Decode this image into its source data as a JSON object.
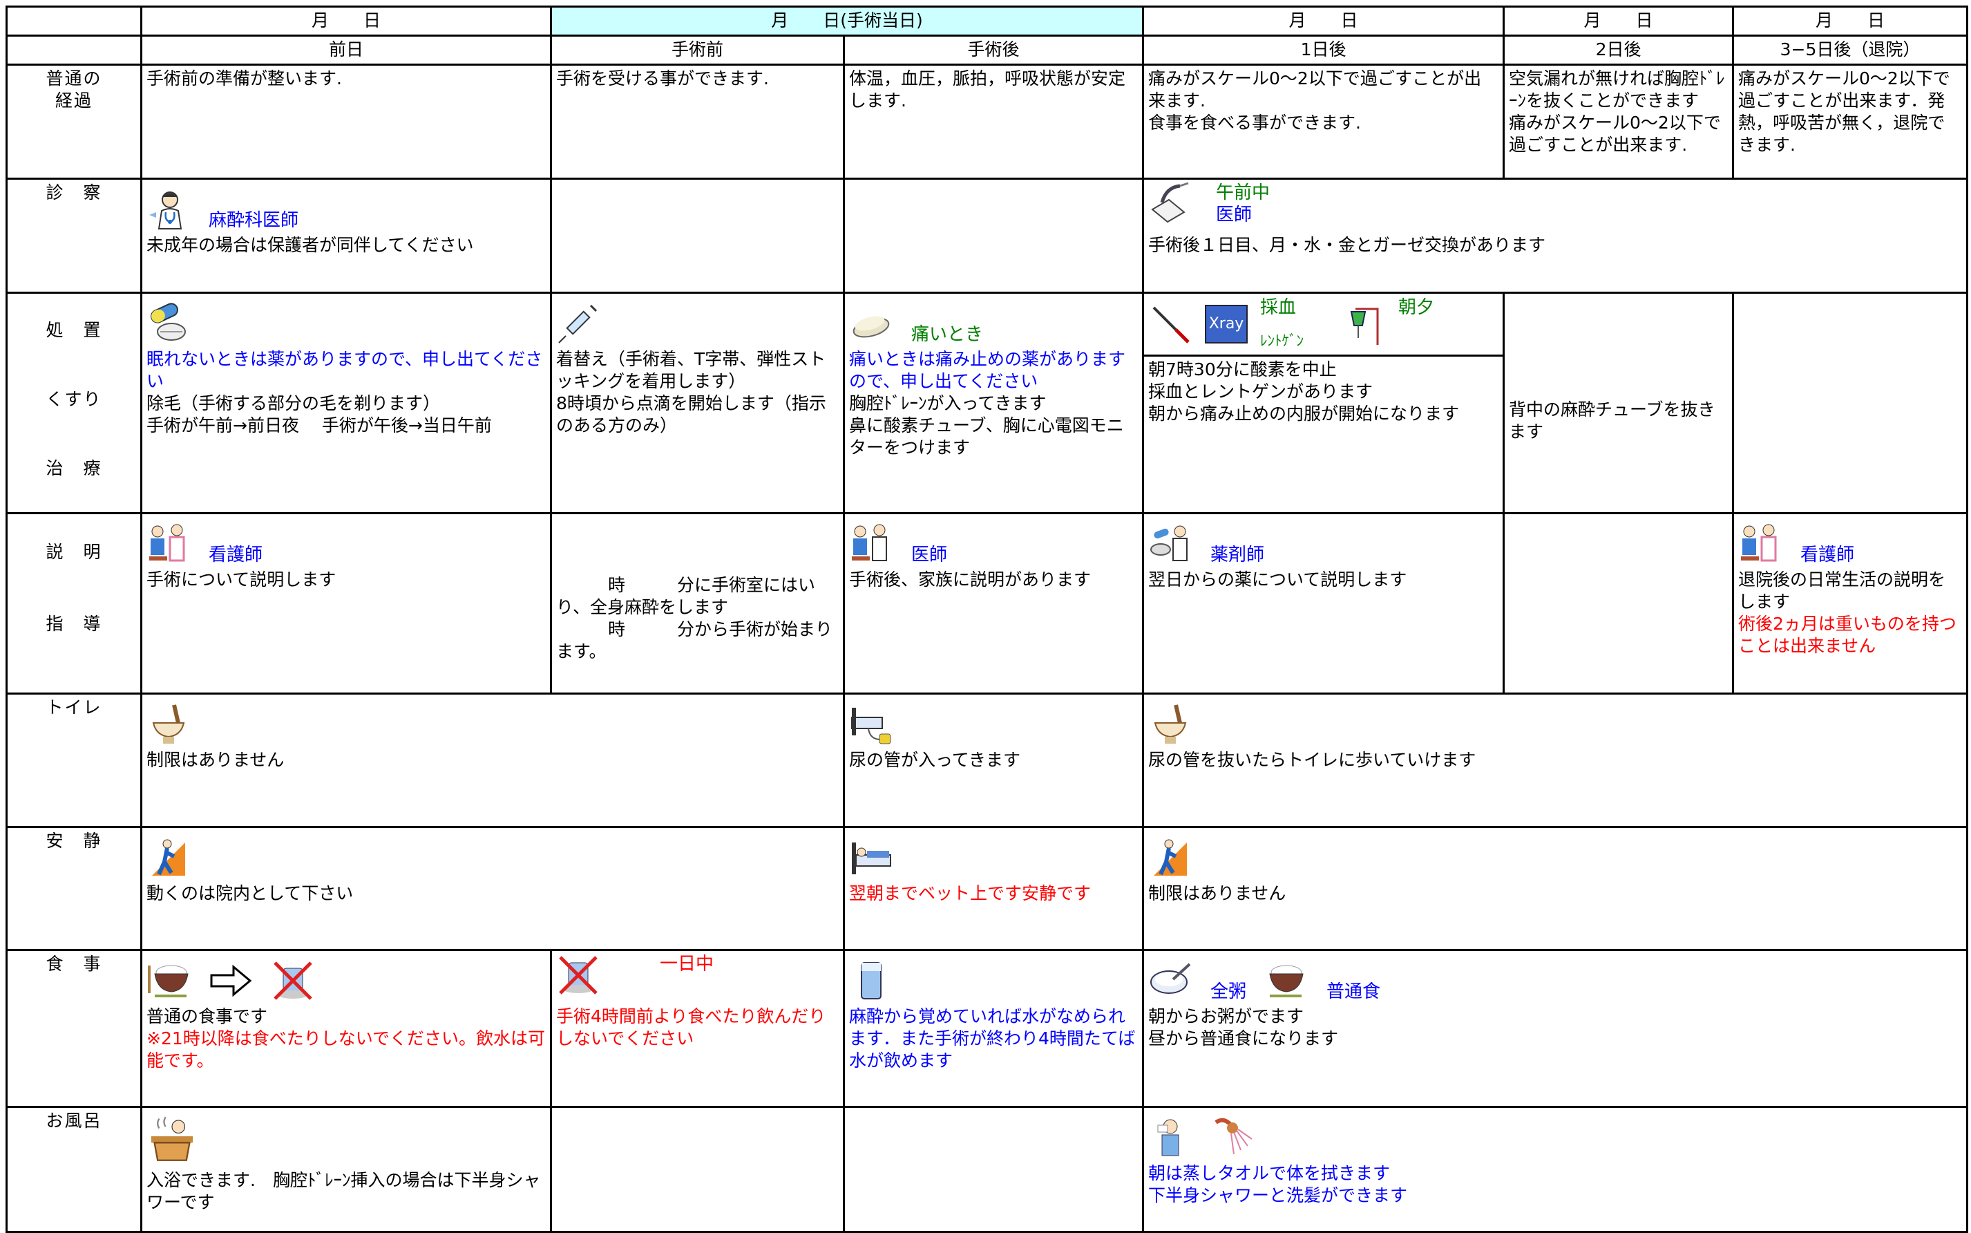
{
  "header": {
    "row1": [
      "月　　日",
      "月　　日(手術当日)",
      "月　　日",
      "月　　日",
      "月　　日"
    ],
    "row2": [
      "前日",
      "手術前",
      "手術後",
      "1日後",
      "2日後",
      "3−5日後（退院）"
    ]
  },
  "rows": {
    "keika": {
      "label_lines": [
        "普通の",
        "経過"
      ],
      "c1": "手術前の準備が整います.",
      "c2": "手術を受ける事ができます.",
      "c3": "体温，血圧，脈拍，呼吸状態が安定します.",
      "c4": [
        "痛みがスケール0～2以下で過ごすことが出来ます.",
        "食事を食べる事ができます."
      ],
      "c5": "空気漏れが無ければ胸腔ﾄﾞﾚｰﾝを抜くことができます　痛みがスケール0～2以下で過ごすことが出来ます.",
      "c6": "痛みがスケール0～2以下で過ごすことが出来ます．発熱，呼吸苦が無く，退院できます."
    },
    "shinsatsu": {
      "label": "診　察",
      "c1_role": "麻酔科医師",
      "c1_text": "未成年の場合は保護者が同伴してください",
      "c4_time": "午前中",
      "c4_role": "医師",
      "c4_text": "手術後１日目、月・水・金とガーゼ交換があります"
    },
    "shochi": {
      "label_lines": [
        "処　置",
        "くすり",
        "治　療"
      ],
      "c1_blue": "眠れないときは薬がありますので、申し出てください",
      "c1_lines": [
        "除毛（手術する部分の毛を剃ります）",
        "手術が午前→前日夜　 手術が午後→当日午前"
      ],
      "c2_lines": [
        "着替え（手術着、T字帯、弾性ストッキングを着用します）",
        "8時頃から点滴を開始します（指示のある方のみ）"
      ],
      "c3_tag": "痛いとき",
      "c3_blue": "痛いときは痛み止めの薬がありますので、申し出てください",
      "c3_lines": [
        "胸腔ﾄﾞﾚｰﾝが入ってきます",
        "鼻に酸素チューブ、胸に心電図モニターをつけます"
      ],
      "c4_xray": "Xray",
      "c4_saiketsu": "採血",
      "c4_rentogen": "ﾚﾝﾄｹﾞﾝ",
      "c4_asayu": "朝夕",
      "c4_lines": [
        "朝7時30分に酸素を中止",
        "採血とレントゲンがあります",
        "朝から痛み止めの内服が開始になります"
      ],
      "c5": "背中の麻酔チューブを抜きます"
    },
    "setsumei": {
      "label_lines": [
        "説　明",
        "指　導"
      ],
      "c1_role": "看護師",
      "c1_text": "手術について説明します",
      "c2_lines": [
        "　　　時　　　分に手術室にはいり、全身麻酔をします",
        "　　　時　　　分から手術が始まります。"
      ],
      "c3_role": "医師",
      "c3_text": "手術後、家族に説明があります",
      "c4_role": "薬剤師",
      "c4_text": "翌日からの薬について説明します",
      "c6_role": "看護師",
      "c6_text": "退院後の日常生活の説明をします",
      "c6_red": "術後2ヵ月は重いものを持つことは出来ません"
    },
    "toilet": {
      "label": "トイレ",
      "c1": "制限はありません",
      "c3": "尿の管が入ってきます",
      "c4": "尿の管を抜いたらトイレに歩いていけます"
    },
    "ansei": {
      "label": "安　静",
      "c1": "動くのは院内として下さい",
      "c3_red": "翌朝までベット上です安静です",
      "c4": "制限はありません"
    },
    "shokuji": {
      "label": "食　事",
      "c1_text": "普通の食事です",
      "c1_red": "※21時以降は食べたりしないでください。飲水は可能です。",
      "c2_tag": "一日中",
      "c2_red": "手術4時間前より食べたり飲んだりしないでください",
      "c3_blue": "麻酔から覚めていれば水がなめられます．また手術が終わり4時間たてば水が飲めます",
      "c4_tag1": "全粥",
      "c4_tag2": "普通食",
      "c4_lines": [
        "朝からお粥がでます",
        "昼から普通食になります"
      ]
    },
    "ofuro": {
      "label": "お風呂",
      "c1": "入浴できます.　胸腔ﾄﾞﾚｰﾝ挿入の場合は下半身シャワーです",
      "c4_blue": [
        "朝は蒸しタオルで体を拭きます",
        "下半身シャワーと洗髪ができます"
      ]
    }
  },
  "icons": [
    "doctor-icon",
    "pills-icon",
    "syringe-icon",
    "tablet-icon",
    "stethoscope-icon",
    "xray-icon",
    "iv-drip-icon",
    "consultation-icon",
    "toilet-icon",
    "bed-icon",
    "walking-icon",
    "rice-bowl-icon",
    "arrow-icon",
    "no-eating-icon",
    "water-glass-icon",
    "porridge-icon",
    "bath-icon",
    "towel-wipe-icon",
    "shower-icon"
  ],
  "colors": {
    "accent_header": "#ccffff",
    "blue": "#0000ff",
    "red": "#ff0000",
    "green": "#008000"
  }
}
